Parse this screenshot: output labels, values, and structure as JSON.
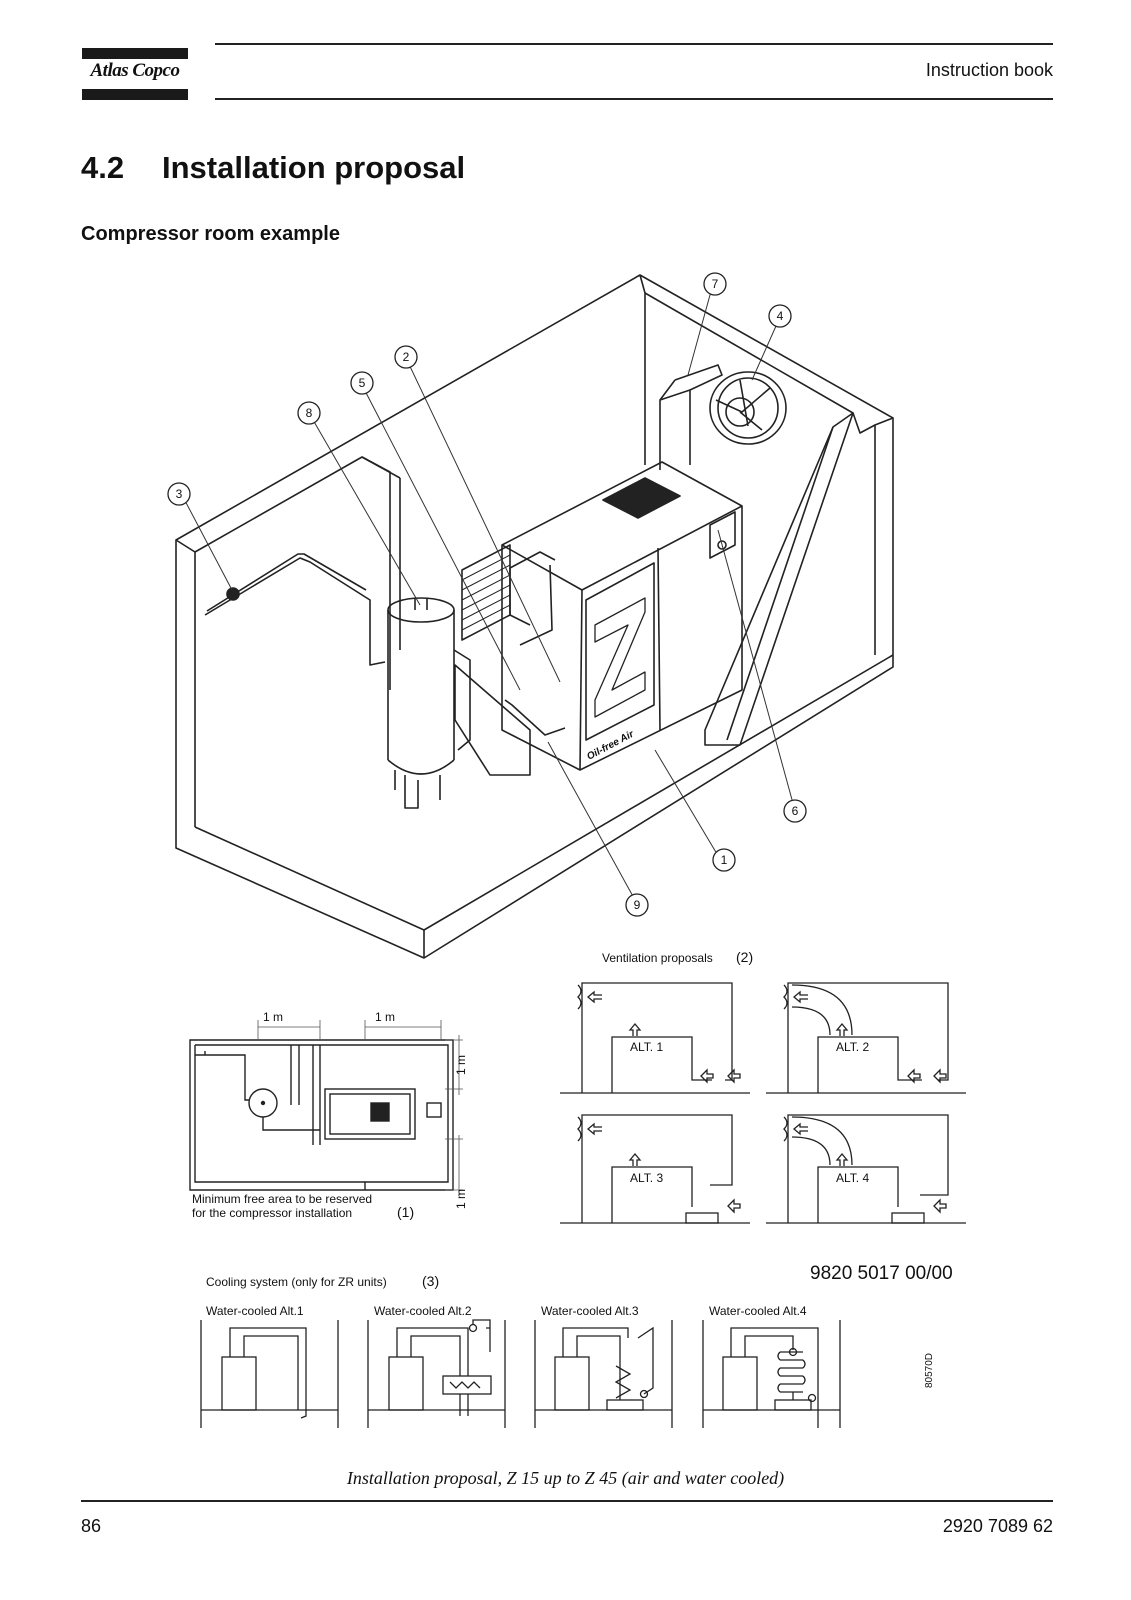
{
  "header": {
    "logo_text": "Atlas Copco",
    "doc_type": "Instruction book"
  },
  "section": {
    "number": "4.2",
    "title": "Installation proposal",
    "subtitle": "Compressor room example"
  },
  "callouts": [
    "7",
    "4",
    "2",
    "5",
    "8",
    "3",
    "6",
    "1",
    "9"
  ],
  "compressor_labels": {
    "brand": "Oil-free Air",
    "letter": "Z"
  },
  "floor_plan": {
    "dim_top_1": "1 m",
    "dim_top_2": "1 m",
    "dim_side_1": "1 m",
    "dim_side_2": "1 m",
    "note_line1": "Minimum free area to be reserved",
    "note_line2": "for the compressor installation",
    "note_ref": "(1)"
  },
  "ventilation": {
    "title": "Ventilation proposals",
    "ref": "(2)",
    "alts": [
      "ALT. 1",
      "ALT. 2",
      "ALT. 3",
      "ALT. 4"
    ]
  },
  "drawing_number": "9820 5017 00/00",
  "cooling": {
    "title": "Cooling system (only for ZR units)",
    "ref": "(3)",
    "alts": [
      "Water-cooled Alt.1",
      "Water-cooled Alt.2",
      "Water-cooled Alt.3",
      "Water-cooled Alt.4"
    ],
    "figure_code": "80570D"
  },
  "caption": "Installation proposal, Z 15 up to Z 45 (air and water cooled)",
  "footer": {
    "page_number": "86",
    "doc_number": "2920 7089 62"
  }
}
